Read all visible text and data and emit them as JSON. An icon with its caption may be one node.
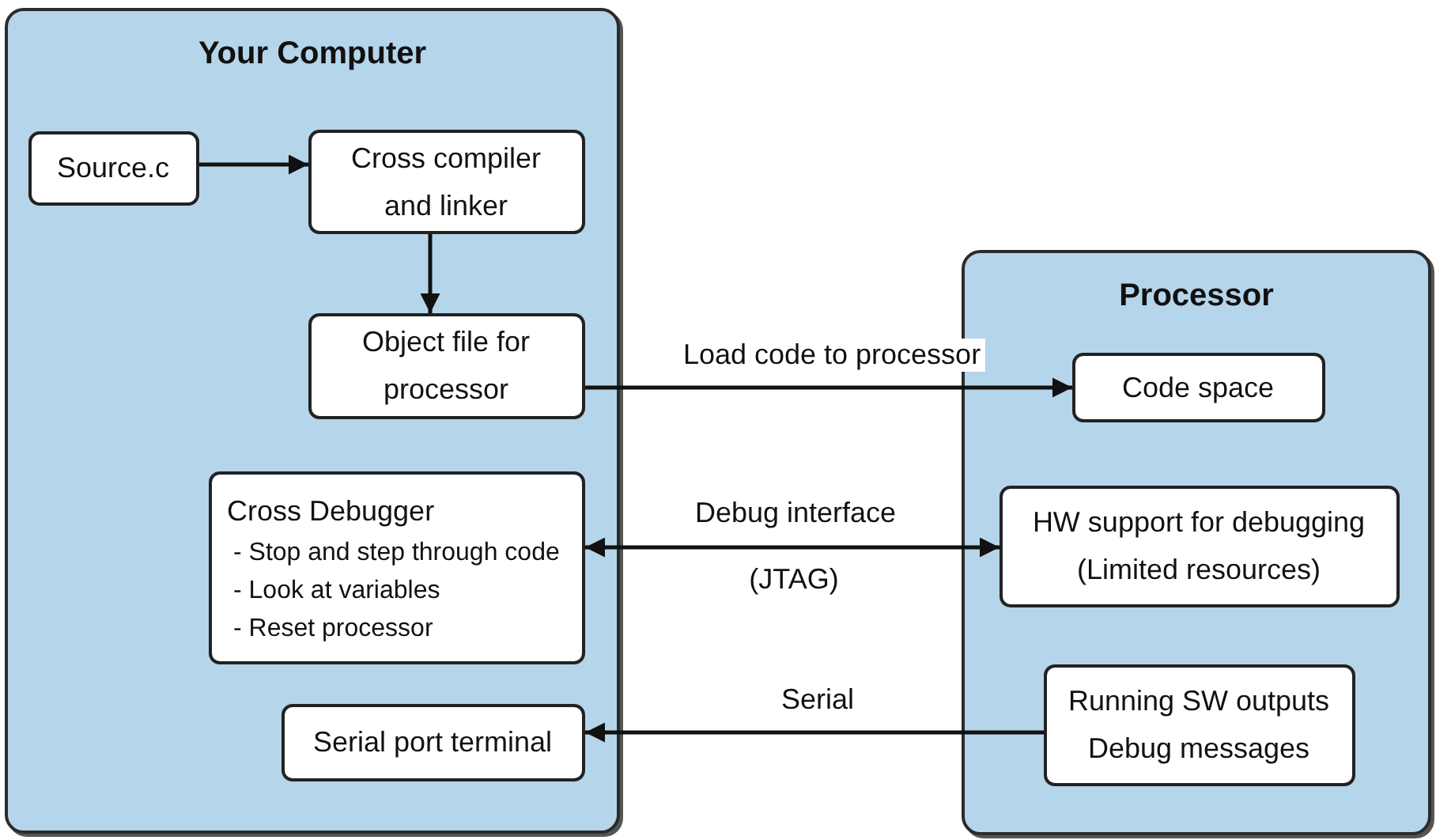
{
  "diagram": {
    "nodes": [
      {
        "text": [
          "Your Computer"
        ]
      },
      {
        "text": [
          "Source.c"
        ],
        "in": 0
      },
      {
        "text": [
          "Cross compiler and linker"
        ],
        "in": 0
      },
      {
        "text": [
          "Object file for processor"
        ],
        "in": 0
      },
      {
        "text": [
          "Cross Debugger",
          "- Stop and step through code",
          "- Look at variables",
          "- Reset processor"
        ],
        "in": 0
      },
      {
        "text": [
          "Serial port terminal"
        ],
        "in": 0
      },
      {
        "text": [
          "Processor"
        ]
      },
      {
        "text": [
          "Code space"
        ],
        "in": 6
      },
      {
        "text": [
          "HW support for debugging (Limited resources)"
        ],
        "in": 6
      },
      {
        "text": [
          "Running SW outputs Debug messages"
        ],
        "in": 6
      }
    ],
    "edges": [
      {
        "from": 1,
        "to": 2,
        "arrow": "to"
      },
      {
        "from": 2,
        "to": 3,
        "arrow": "to"
      },
      {
        "from": 3,
        "to": 7,
        "arrow": "to",
        "label": "Load code to processor"
      },
      {
        "from": 4,
        "to": 8,
        "arrow": "both",
        "label": "Debug interface"
      },
      {
        "from": 9,
        "to": 5,
        "arrow": "to",
        "label": "Serial"
      }
    ],
    "labels": [
      "(JTAG)"
    ]
  }
}
